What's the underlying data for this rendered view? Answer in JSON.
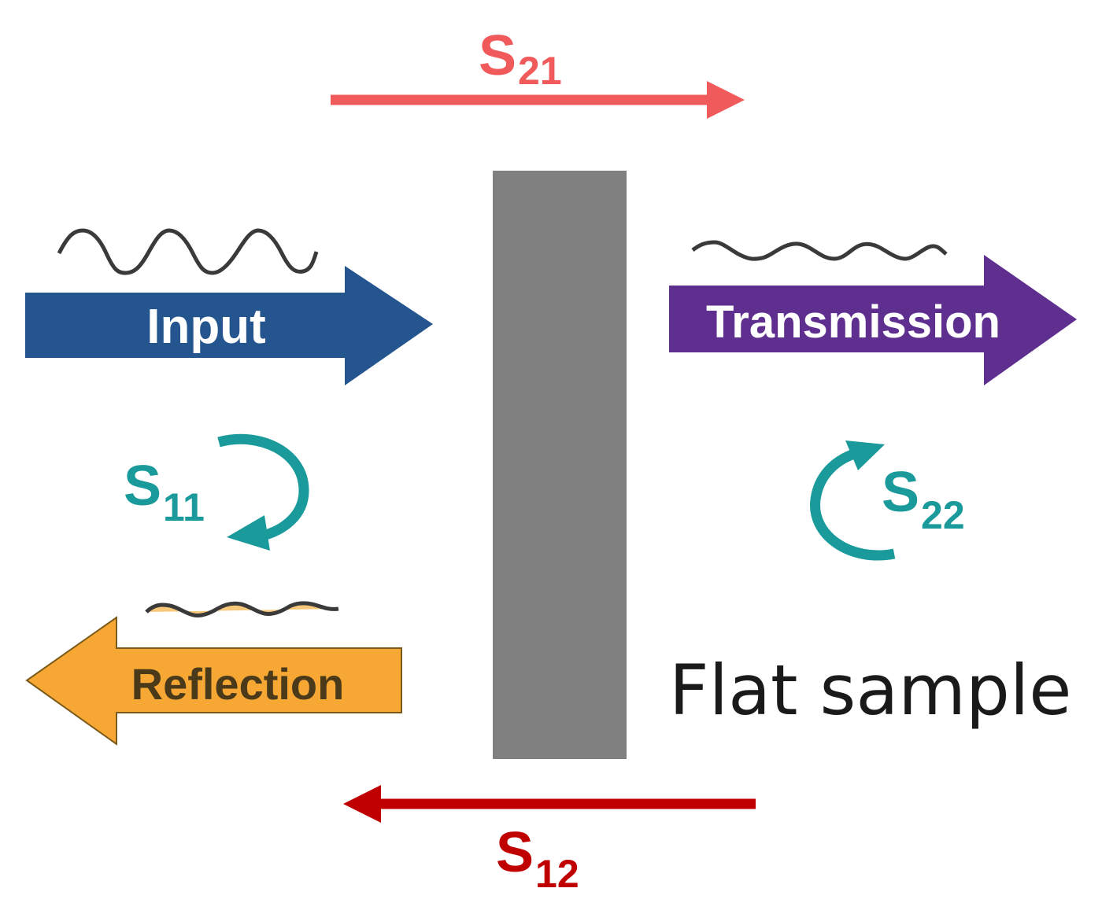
{
  "colors": {
    "s21": "#F05A5A",
    "s12": "#C00000",
    "loop": "#1A9A9A",
    "input": "#24558F",
    "transmission": "#5E2F8E",
    "reflection": "#F7A733",
    "reflection_text": "#4A3A1A",
    "sample": "#808080",
    "wave": "#3A3A3A"
  },
  "labels": {
    "s21": {
      "main": "S",
      "sub": "21"
    },
    "s12": {
      "main": "S",
      "sub": "12"
    },
    "s11": {
      "main": "S",
      "sub": "11"
    },
    "s22": {
      "main": "S",
      "sub": "22"
    },
    "input": "Input",
    "transmission": "Transmission",
    "reflection": "Reflection",
    "sample": "Flat sample"
  }
}
